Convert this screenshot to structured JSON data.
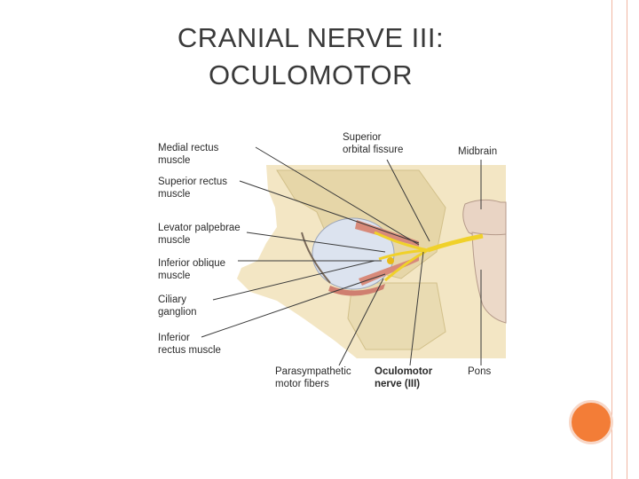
{
  "slide": {
    "title_line1": "CRANIAL NERVE III:",
    "title_line2": "OCULOMOTOR"
  },
  "diagram": {
    "labels": {
      "medial_rectus": [
        "Medial rectus",
        "muscle"
      ],
      "superior_rectus": [
        "Superior rectus",
        "muscle"
      ],
      "levator_palpebrae": [
        "Levator palpebrae",
        "muscle"
      ],
      "inferior_oblique": [
        "Inferior oblique",
        "muscle"
      ],
      "ciliary_ganglion": [
        "Ciliary",
        "ganglion"
      ],
      "inferior_rectus": [
        "Inferior",
        "rectus muscle"
      ],
      "superior_orbital_fissure": [
        "Superior",
        "orbital fissure"
      ],
      "midbrain": [
        "Midbrain"
      ],
      "parasympathetic": [
        "Parasympathetic",
        "motor fibers"
      ],
      "oculomotor_nerve": [
        "Oculomotor",
        "nerve (III)"
      ],
      "pons": [
        "Pons"
      ]
    }
  },
  "colors": {
    "border": "#f2b7a2",
    "accent_circle": "#f37d37",
    "skin": "#f3e6c4",
    "bone": "#e6d6a8",
    "nerve": "#f0d12a"
  }
}
